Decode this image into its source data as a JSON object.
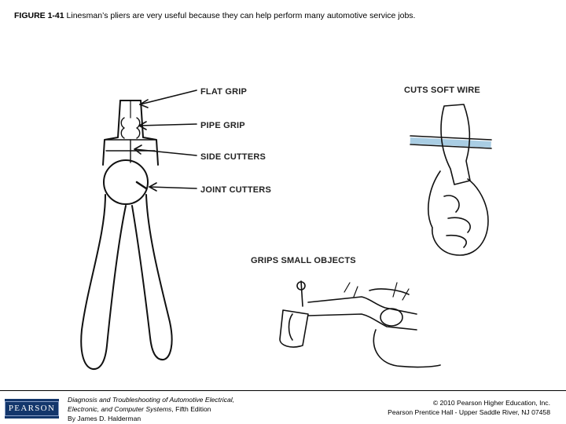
{
  "caption": {
    "figure_label": "FIGURE 1-41",
    "text": " Linesman’s pliers are very useful because they can help perform many automotive service jobs."
  },
  "labels": {
    "flat_grip": "FLAT GRIP",
    "pipe_grip": "PIPE GRIP",
    "side_cutters": "SIDE CUTTERS",
    "joint_cutters": "JOINT CUTTERS",
    "cuts_soft_wire": "CUTS SOFT WIRE",
    "grips_small_objects": "GRIPS SMALL OBJECTS"
  },
  "footer": {
    "logo": "PEARSON",
    "book_line1": "Diagnosis and Troubleshooting of Automotive Electrical,",
    "book_line2_italic": "Electronic, and Computer Systems",
    "book_line2_rest": ", Fifth Edition",
    "book_line3": "By James D. Halderman",
    "copyright_line1": "© 2010 Pearson Higher Education, Inc.",
    "copyright_line2": "Pearson Prentice Hall - Upper Saddle River, NJ 07458"
  },
  "colors": {
    "logo_bg": "#13366b",
    "wire": "#a9cde3"
  }
}
